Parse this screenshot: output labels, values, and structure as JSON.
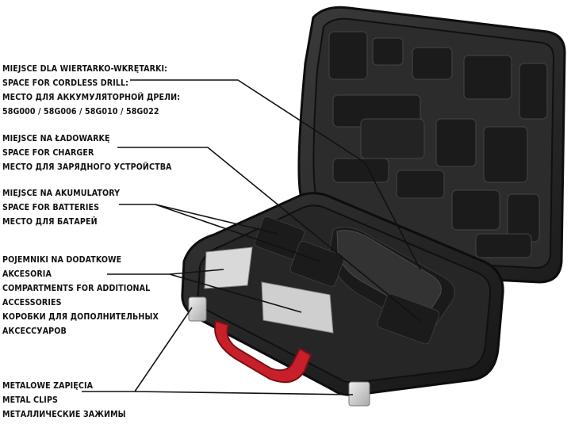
{
  "labels": {
    "drill": {
      "lines": [
        "MIEJSCE DLA WIERTARKO-WKRĘTARKI:",
        "SPACE FOR CORDLESS DRILL:",
        "МЕСТО ДЛЯ АККУМУЛЯТОРНОЙ ДРЕЛИ:",
        "58G000 / 58G006 / 58G010 / 58G022"
      ]
    },
    "charger": {
      "lines": [
        "MIEJSCE NA ŁADOWARKĘ",
        "SPACE FOR CHARGER",
        "МЕСТО ДЛЯ ЗАРЯДНОГО УСТРОЙСТВА"
      ]
    },
    "batteries": {
      "lines": [
        "MIEJSCE NA AKUMULATORY",
        "SPACE FOR BATTERIES",
        "МЕСТО ДЛЯ БАТАРЕЙ"
      ]
    },
    "accessories": {
      "lines": [
        "POJEMNIKI NA DODATKOWE",
        "AKCESORIA",
        "COMPARTMENTS FOR ADDITIONAL",
        "ACCESSORIES",
        "КОРОБКИ ДЛЯ ДОПОЛНИТЕЛЬНЫХ",
        "АКСЕССУАРОВ"
      ]
    },
    "clips": {
      "lines": [
        "METALOWE ZAPIĘCIA",
        "METAL CLIPS",
        "МЕТАЛЛИЧЕСКИЕ ЗАЖИМЫ"
      ]
    }
  },
  "colors": {
    "case_plastic": "#2a2a2a",
    "case_dark": "#141414",
    "handle": "#c8202a",
    "clip_metal": "#cfcfcf",
    "text": "#111111"
  },
  "icons": {
    "case": "open-tool-case-illustration",
    "leaders": "callout-leader-lines"
  }
}
